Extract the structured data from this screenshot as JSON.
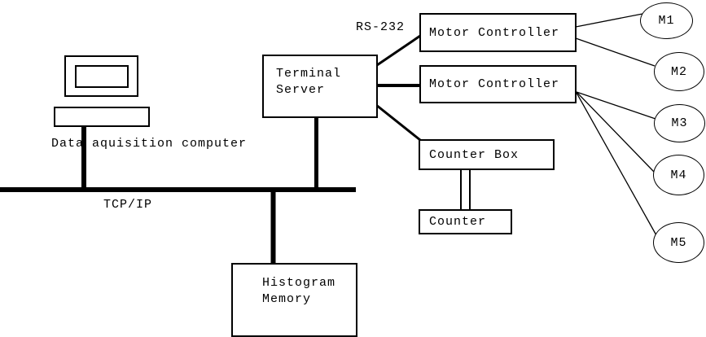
{
  "colors": {
    "background": "#ffffff",
    "line": "#000000"
  },
  "computer": {
    "label": "Data aquisition computer"
  },
  "bus": {
    "label": "TCP/IP"
  },
  "serial": {
    "label": "RS-232"
  },
  "nodes": {
    "terminal_server": {
      "label": "Terminal Server",
      "lines": [
        "Terminal",
        "Server"
      ]
    },
    "motor_controller_1": {
      "label": "Motor Controller"
    },
    "motor_controller_2": {
      "label": "Motor Controller"
    },
    "counter_box": {
      "label": "Counter Box"
    },
    "counter": {
      "label": "Counter"
    },
    "histogram_memory": {
      "label": "Histogram Memory",
      "lines": [
        "Histogram",
        "Memory"
      ]
    }
  },
  "motors": [
    {
      "label": "M1"
    },
    {
      "label": "M2"
    },
    {
      "label": "M3"
    },
    {
      "label": "M4"
    },
    {
      "label": "M5"
    }
  ]
}
